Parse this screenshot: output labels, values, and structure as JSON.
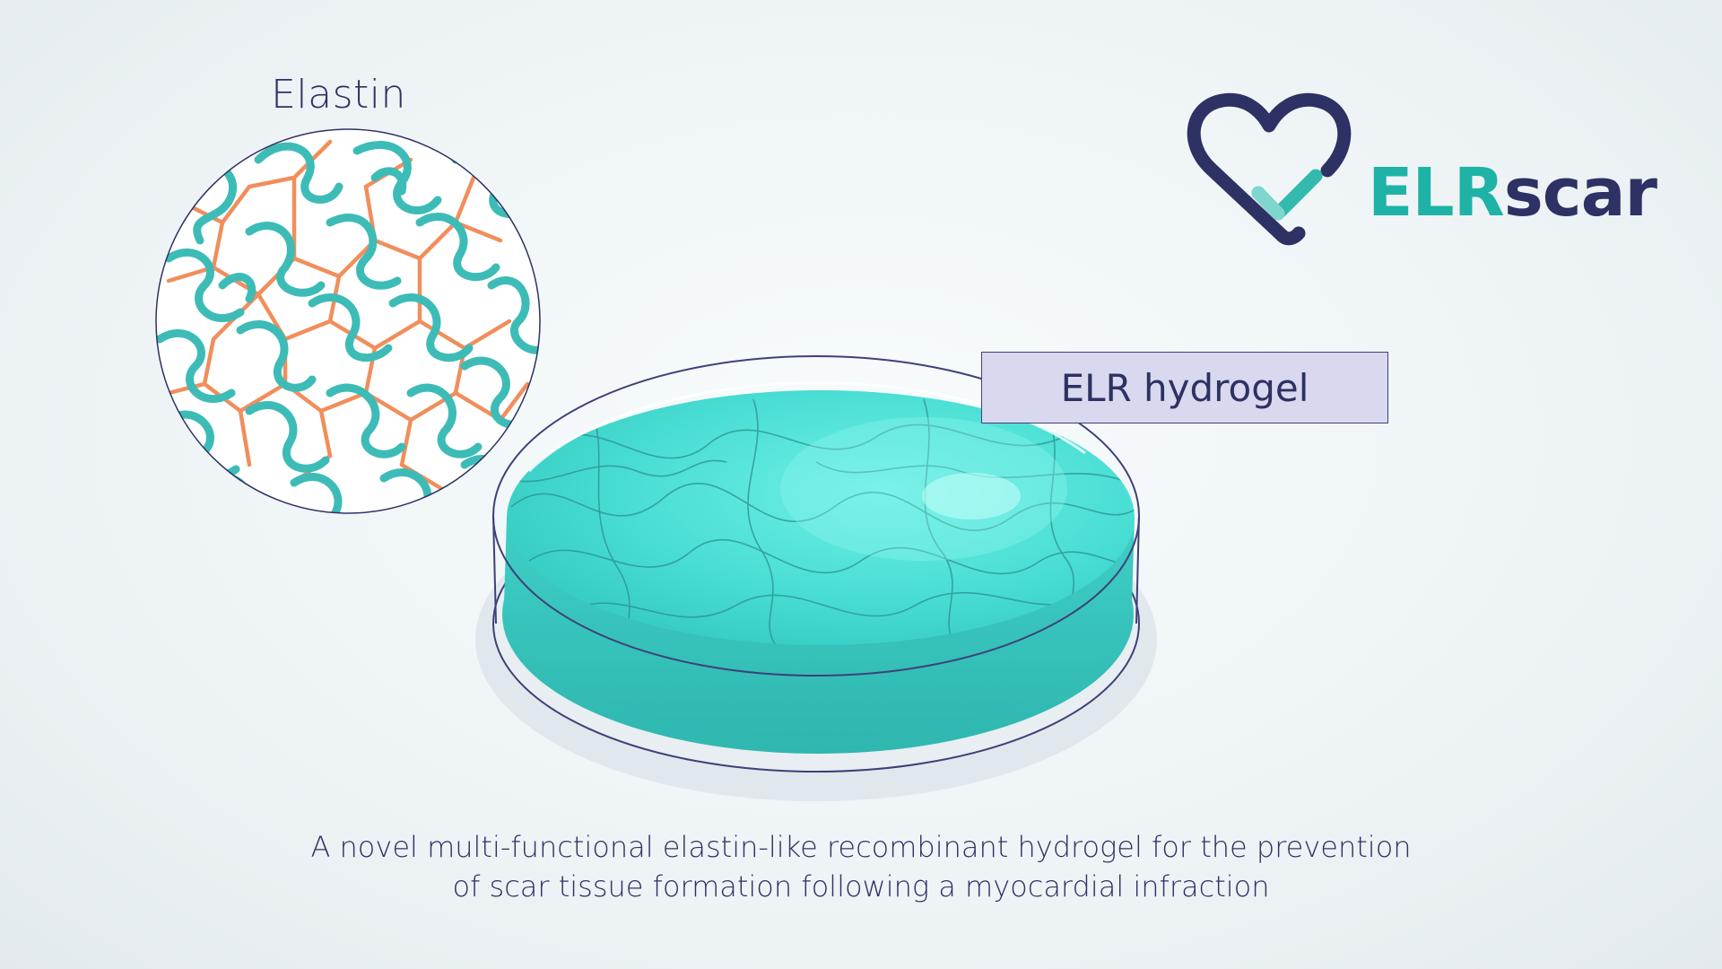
{
  "elastin": {
    "title": "Elastin"
  },
  "hydrogel": {
    "label": "ELR hydrogel"
  },
  "logo": {
    "name_part1": "ELR",
    "name_part2": "scar"
  },
  "caption": {
    "line1": "A novel multi-functional elastin-like recombinant hydrogel for the prevention",
    "line2": "of scar tissue formation following a myocardial infraction"
  },
  "icons": [
    "heart-check-icon"
  ],
  "colors": {
    "navy": "#2e3163",
    "teal": "#3dbcb7",
    "gel": "#3fe0d6",
    "crosslink": "#f08e5c",
    "label_bg": "#d8d9ee"
  }
}
